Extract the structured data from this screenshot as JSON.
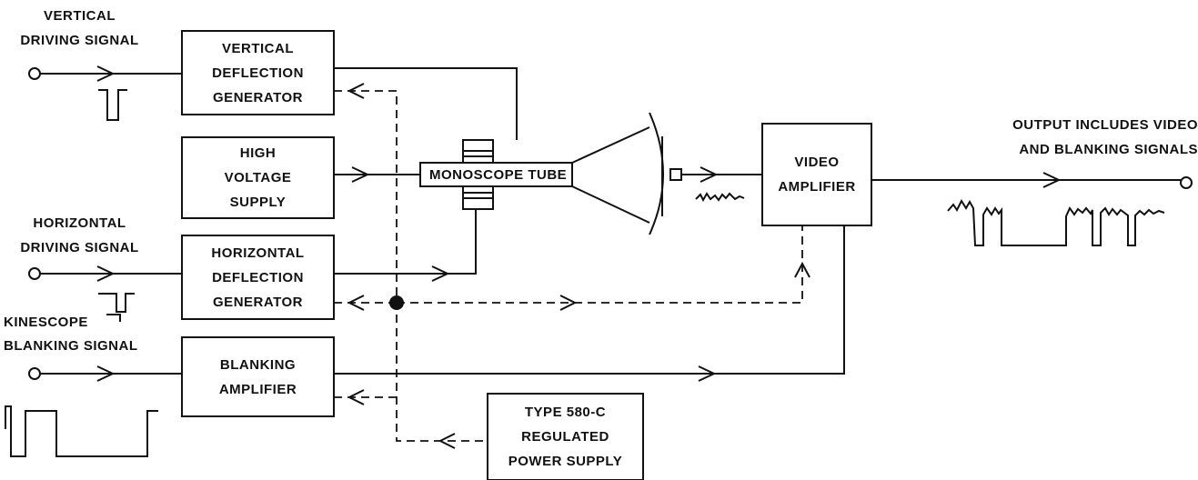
{
  "blocks": {
    "vertical_deflection": [
      "VERTICAL",
      "DEFLECTION",
      "GENERATOR"
    ],
    "high_voltage": [
      "HIGH",
      "VOLTAGE",
      "SUPPLY"
    ],
    "horizontal_deflection": [
      "HORIZONTAL",
      "DEFLECTION",
      "GENERATOR"
    ],
    "blanking_amplifier": [
      "BLANKING",
      "AMPLIFIER"
    ],
    "monoscope_tube": "MONOSCOPE TUBE",
    "video_amplifier": [
      "VIDEO",
      "AMPLIFIER"
    ],
    "power_supply": [
      "TYPE 580-C",
      "REGULATED",
      "POWER SUPPLY"
    ]
  },
  "inputs": {
    "vertical": [
      "VERTICAL",
      "DRIVING SIGNAL"
    ],
    "horizontal": [
      "HORIZONTAL",
      "DRIVING SIGNAL"
    ],
    "kinescope": [
      "KINESCOPE",
      "BLANKING SIGNAL"
    ]
  },
  "output": [
    "OUTPUT INCLUDES VIDEO",
    "AND BLANKING SIGNALS"
  ]
}
